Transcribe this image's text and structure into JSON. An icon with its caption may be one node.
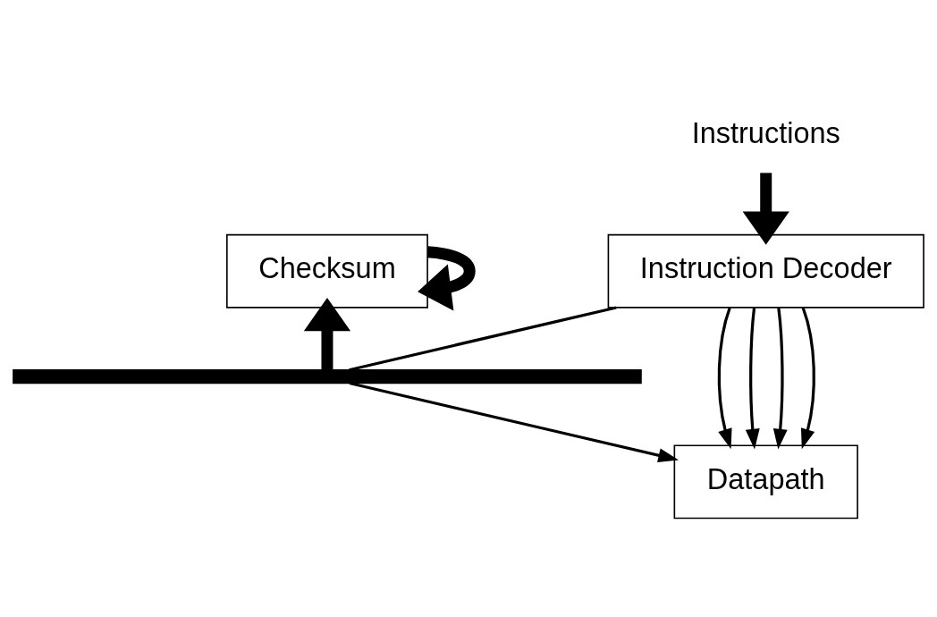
{
  "diagram": {
    "nodes": [
      {
        "text": [
          "Instructions"
        ]
      },
      {
        "text": [
          "Instruction Decoder"
        ]
      },
      {
        "text": [
          "Checksum"
        ]
      },
      {
        "text": [],
        "shape": "bar"
      },
      {
        "text": [
          "Datapath"
        ]
      }
    ],
    "edges": [
      {
        "from": 0,
        "to": 1,
        "arrow": "to",
        "style": "thick"
      },
      {
        "from": 1,
        "to": 4,
        "arrow": "to"
      },
      {
        "from": 1,
        "to": 4,
        "arrow": "to"
      },
      {
        "from": 1,
        "to": 4,
        "arrow": "to"
      },
      {
        "from": 1,
        "to": 3,
        "arrow": "none"
      },
      {
        "from": 1,
        "to": 4,
        "arrow": "to"
      },
      {
        "from": 3,
        "to": 4,
        "arrow": "to"
      },
      {
        "from": 3,
        "to": 2,
        "arrow": "to",
        "style": "thick"
      },
      {
        "from": 2,
        "to": 2,
        "arrow": "to",
        "style": "thick"
      }
    ]
  }
}
